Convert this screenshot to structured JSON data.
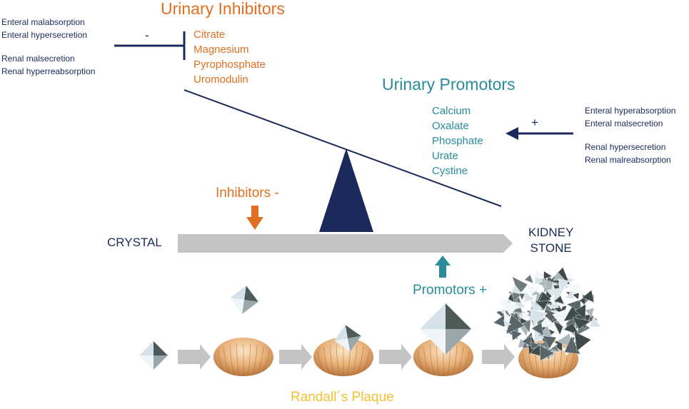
{
  "inhibitors": {
    "title": "Urinary Inhibitors",
    "items": [
      "Citrate",
      "Magnesium",
      "Pyrophosphate",
      "Uromodulin"
    ],
    "causes_top": [
      "Enteral malabsorption",
      "Enteral hypersecretion"
    ],
    "causes_bottom": [
      "Renal malsecretion",
      "Renal hyperreabsorption"
    ],
    "sign": "-"
  },
  "promotors": {
    "title": "Urinary Promotors",
    "items": [
      "Calcium",
      "Oxalate",
      "Phosphate",
      "Urate",
      "Cystine"
    ],
    "causes_top": [
      "Enteral hyperabsorption",
      "Enteral malsecretion"
    ],
    "causes_bottom": [
      "Renal hypersecretion",
      "Renal malreabsorption"
    ],
    "sign": "+"
  },
  "process": {
    "start_label": "CRYSTAL",
    "end_label_line1": "KIDNEY",
    "end_label_line2": "STONE",
    "inhibitors_label": "Inhibitors  -",
    "promotors_label": "Promotors  +",
    "plaque_label": "Randall´s  Plaque"
  },
  "colors": {
    "navy": "#1b2a5a",
    "orange": "#e07020",
    "teal": "#2a8c9c",
    "yellow": "#f2c230",
    "arrow_gray": "#c4c4c4"
  }
}
